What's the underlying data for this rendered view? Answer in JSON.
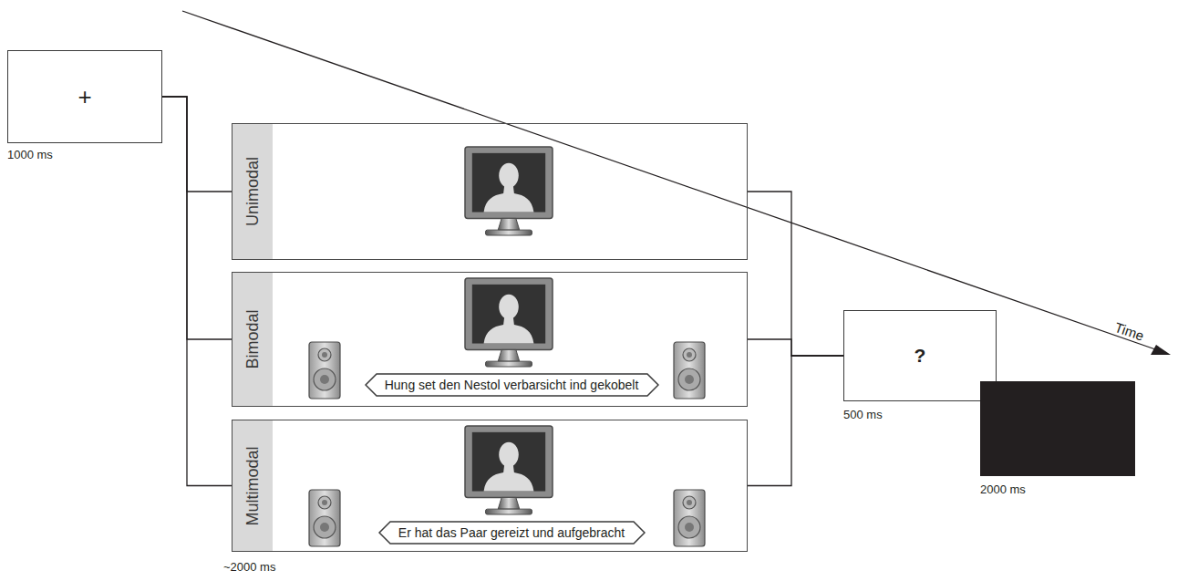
{
  "diagram": {
    "nodes": [
      {
        "text": [
          "+"
        ]
      },
      {
        "text": [
          "Unimodal"
        ]
      },
      {
        "text": [
          "Bimodal"
        ]
      },
      {
        "text": [
          "Hung set den Nestol verbarsicht ind gekobelt"
        ],
        "in": 2
      },
      {
        "text": [
          "Multimodal"
        ]
      },
      {
        "text": [
          "Er hat das Paar gereizt und aufgebracht"
        ],
        "in": 4
      },
      {
        "text": [
          "?"
        ]
      }
    ],
    "edges": [
      {
        "from": 0,
        "to": 1,
        "arrow": "none"
      },
      {
        "from": 0,
        "to": 2,
        "arrow": "none"
      },
      {
        "from": 0,
        "to": 4,
        "arrow": "none"
      },
      {
        "from": 1,
        "to": 6,
        "arrow": "none"
      },
      {
        "from": 2,
        "to": 6,
        "arrow": "none"
      },
      {
        "from": 4,
        "to": 6,
        "arrow": "none"
      }
    ],
    "labels": [
      "1000 ms",
      "~2000 ms",
      "500 ms",
      "2000 ms",
      "Time"
    ]
  }
}
